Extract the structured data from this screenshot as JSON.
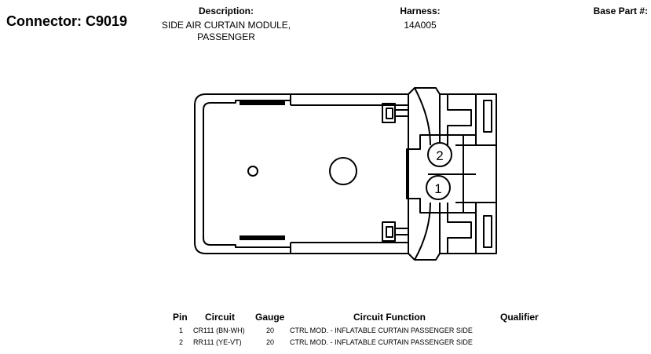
{
  "connector": {
    "label": "Connector:",
    "id": "C9019"
  },
  "description": {
    "label": "Description:",
    "line1": "SIDE AIR CURTAIN MODULE,",
    "line2": "PASSENGER"
  },
  "harness": {
    "label": "Harness:",
    "value": "14A005"
  },
  "base_part": {
    "label": "Base Part #:",
    "value": ""
  },
  "diagram": {
    "pins": [
      "2",
      "1"
    ]
  },
  "table": {
    "headers": {
      "pin": "Pin",
      "circuit": "Circuit",
      "gauge": "Gauge",
      "function": "Circuit Function",
      "qualifier": "Qualifier"
    },
    "rows": [
      {
        "pin": "1",
        "circuit": "CR111 (BN-WH)",
        "gauge": "20",
        "function": "CTRL MOD. - INFLATABLE CURTAIN PASSENGER SIDE",
        "qualifier": ""
      },
      {
        "pin": "2",
        "circuit": "RR111 (YE-VT)",
        "gauge": "20",
        "function": "CTRL MOD. - INFLATABLE CURTAIN PASSENGER SIDE",
        "qualifier": ""
      }
    ]
  }
}
